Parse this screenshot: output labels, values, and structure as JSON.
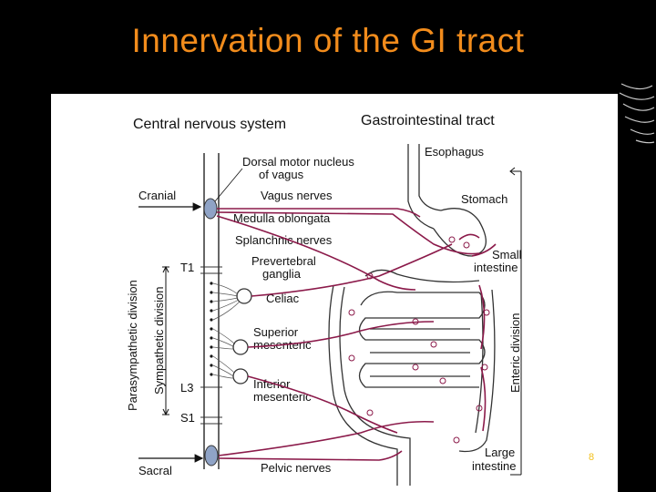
{
  "title": "Innervation of the GI tract",
  "page_number": "8",
  "colors": {
    "title": "#f28c1c",
    "nerve": "#8b1a4a",
    "background": "#000000",
    "panel": "#ffffff"
  },
  "diagram": {
    "header_cns": "Central nervous system",
    "header_gi": "Gastrointestinal tract",
    "labels": {
      "dorsal_motor_1": "Dorsal motor nucleus",
      "dorsal_motor_2": "of vagus",
      "cranial": "Cranial",
      "vagus": "Vagus nerves",
      "medulla": "Medulla oblongata",
      "splanchnic": "Splanchnic nerves",
      "t1": "T1",
      "prevertebral_1": "Prevertebral",
      "prevertebral_2": "ganglia",
      "celiac": "Celiac",
      "superior_1": "Superior",
      "superior_2": "mesenteric",
      "inferior_1": "Inferior",
      "inferior_2": "mesenteric",
      "l3": "L3",
      "s1": "S1",
      "sacral": "Sacral",
      "pelvic": "Pelvic nerves",
      "esophagus": "Esophagus",
      "stomach": "Stomach",
      "small_1": "Small",
      "small_2": "intestine",
      "large_1": "Large",
      "large_2": "intestine",
      "parasympathetic": "Parasympathetic division",
      "sympathetic": "Sympathetic division",
      "enteric": "Enteric division"
    }
  }
}
